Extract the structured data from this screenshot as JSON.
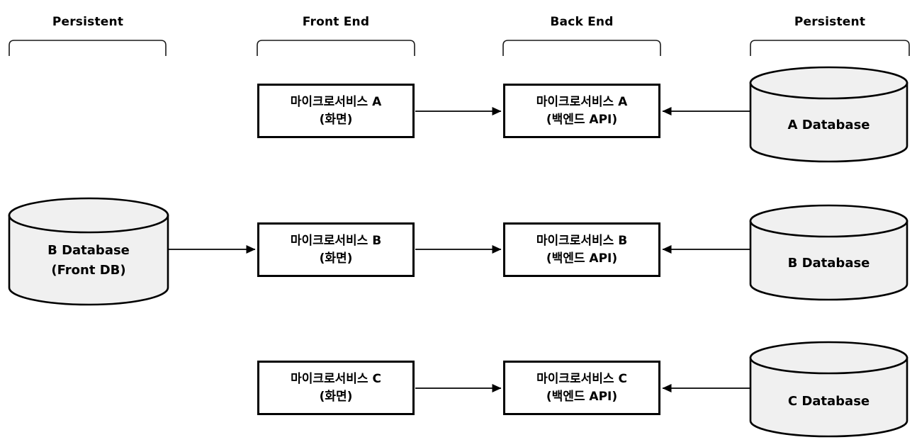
{
  "columns": [
    {
      "label": "Persistent"
    },
    {
      "label": "Front End"
    },
    {
      "label": "Back End"
    },
    {
      "label": "Persistent"
    }
  ],
  "rows": [
    {
      "id": "A",
      "front_box": {
        "title": "마이크로서비스 A",
        "subtitle": "(화면)"
      },
      "back_box": {
        "title": "마이크로서비스 A",
        "subtitle": "(백엔드 API)"
      },
      "database": {
        "title": "A Database"
      }
    },
    {
      "id": "B",
      "front_db": {
        "title": "B Database",
        "subtitle": "(Front DB)"
      },
      "front_box": {
        "title": "마이크로서비스 B",
        "subtitle": "(화면)"
      },
      "back_box": {
        "title": "마이크로서비스 B",
        "subtitle": "(백엔드 API)"
      },
      "database": {
        "title": "B Database"
      }
    },
    {
      "id": "C",
      "front_box": {
        "title": "마이크로서비스 C",
        "subtitle": "(화면)"
      },
      "back_box": {
        "title": "마이크로서비스 C",
        "subtitle": "(백엔드 API)"
      },
      "database": {
        "title": "C Database"
      }
    }
  ],
  "connections": [
    {
      "from": "B Database (Front DB)",
      "to": "마이크로서비스 B (화면)",
      "arrow": "right"
    },
    {
      "from": "마이크로서비스 A (화면)",
      "to": "마이크로서비스 A (백엔드 API)",
      "arrow": "right"
    },
    {
      "from": "마이크로서비스 B (화면)",
      "to": "마이크로서비스 B (백엔드 API)",
      "arrow": "right"
    },
    {
      "from": "마이크로서비스 C (화면)",
      "to": "마이크로서비스 C (백엔드 API)",
      "arrow": "right"
    },
    {
      "from": "A Database",
      "to": "마이크로서비스 A (백엔드 API)",
      "arrow": "left"
    },
    {
      "from": "B Database",
      "to": "마이크로서비스 B (백엔드 API)",
      "arrow": "left"
    },
    {
      "from": "C Database",
      "to": "마이크로서비스 C (백엔드 API)",
      "arrow": "left"
    }
  ],
  "colors": {
    "stroke": "#000000",
    "box_fill": "#ffffff",
    "cylinder_fill": "#f0f0f0",
    "background": "#ffffff"
  }
}
